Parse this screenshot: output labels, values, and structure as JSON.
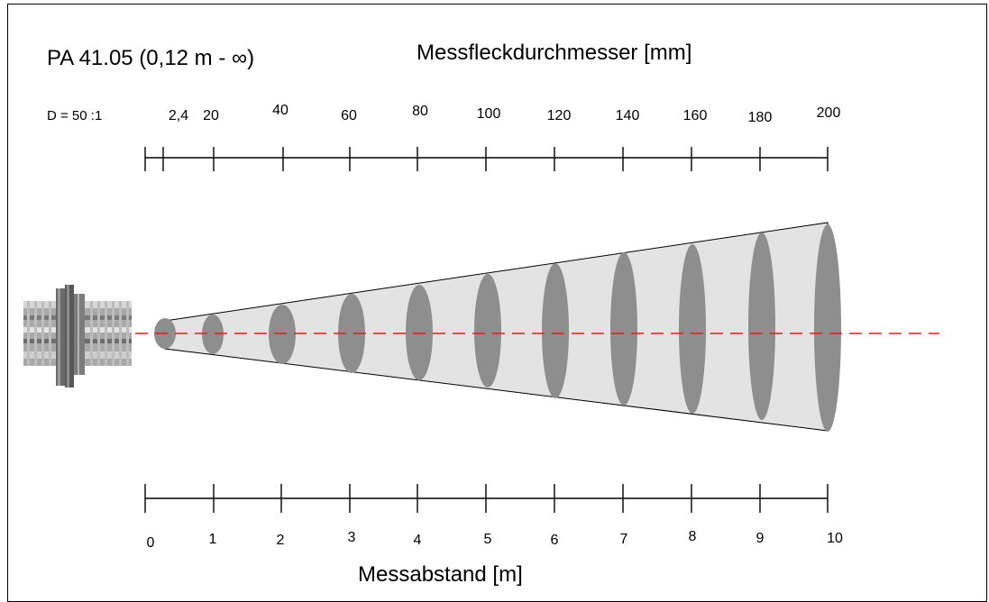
{
  "title": "PA 41.05 (0,12 m - ∞)",
  "top_axis_title": "Messfleckdurchmesser [mm]",
  "ratio_label": "D = 50 :1",
  "bottom_axis_title": "Messabstand [m]",
  "spot_diameter_labels": [
    "2,4",
    "20",
    "40",
    "60",
    "80",
    "100",
    "120",
    "140",
    "160",
    "180",
    "200"
  ],
  "distance_labels": [
    "0",
    "1",
    "2",
    "3",
    "4",
    "5",
    "6",
    "7",
    "8",
    "9",
    "10"
  ],
  "spot_diameters_mm": [
    2.4,
    20,
    40,
    60,
    80,
    100,
    120,
    140,
    160,
    180,
    200
  ],
  "colors": {
    "cone_fill": "#e3e3e3",
    "spot_fill": "#8e8e8e",
    "center_line": "#e41b1b",
    "lines": "#000000"
  },
  "icons": {
    "sensor": "sensor-device-icon"
  }
}
